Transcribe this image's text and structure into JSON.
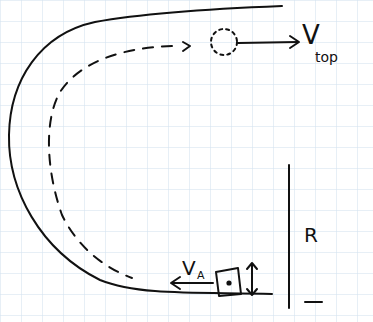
{
  "diagram": {
    "labels": [
      "V",
      "top",
      "V",
      "A",
      "R"
    ]
  }
}
